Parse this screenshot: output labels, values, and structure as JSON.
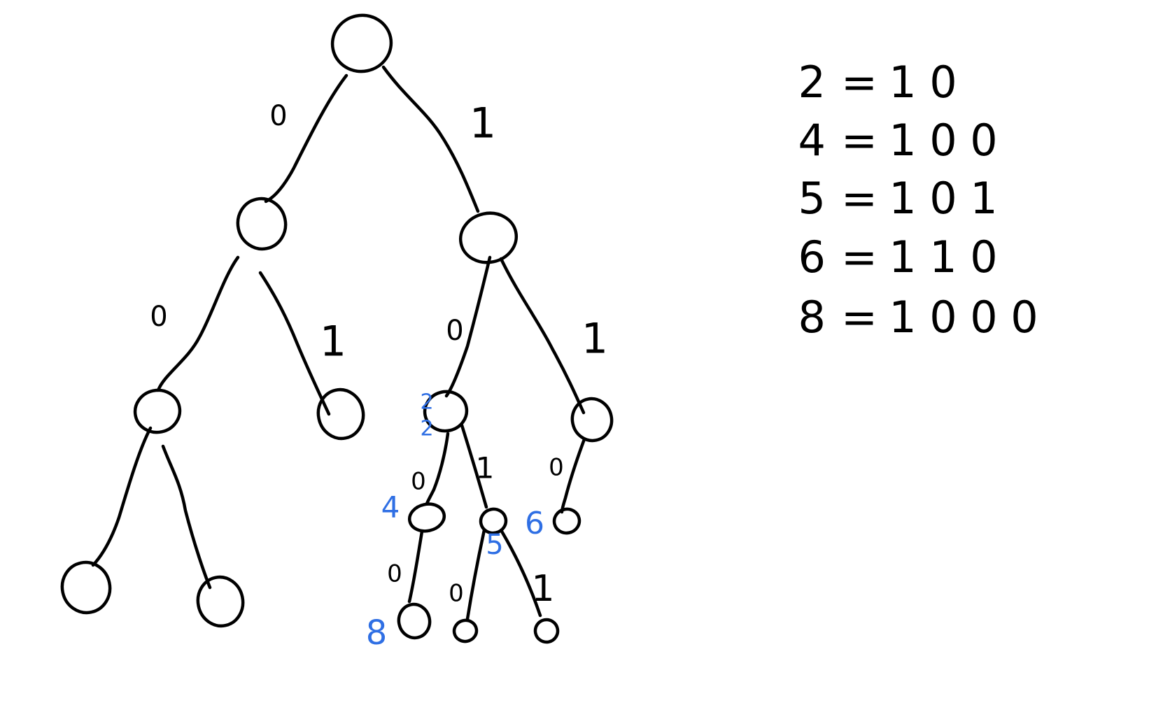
{
  "colors": {
    "ink": "#000000",
    "annotation": "#2f6fe4"
  },
  "tree": {
    "nodes": [
      {
        "id": "root"
      },
      {
        "id": "n0"
      },
      {
        "id": "n1"
      },
      {
        "id": "n00"
      },
      {
        "id": "n01"
      },
      {
        "id": "n10"
      },
      {
        "id": "n11"
      },
      {
        "id": "n000"
      },
      {
        "id": "n001"
      },
      {
        "id": "n100",
        "annotation": "4"
      },
      {
        "id": "n101",
        "annotation": "5"
      },
      {
        "id": "n110",
        "annotation": "6"
      },
      {
        "id": "n1000",
        "annotation": "8"
      },
      {
        "id": "n1010"
      },
      {
        "id": "n1011"
      }
    ],
    "node10_annotations": [
      "2",
      "2"
    ],
    "edges": [
      {
        "from": "root",
        "to": "n0",
        "bit": "0"
      },
      {
        "from": "root",
        "to": "n1",
        "bit": "1"
      },
      {
        "from": "n0",
        "to": "n00",
        "bit": "0"
      },
      {
        "from": "n0",
        "to": "n01",
        "bit": "1"
      },
      {
        "from": "n1",
        "to": "n10",
        "bit": "0"
      },
      {
        "from": "n1",
        "to": "n11",
        "bit": "1"
      },
      {
        "from": "n00",
        "to": "n000",
        "bit": ""
      },
      {
        "from": "n00",
        "to": "n001",
        "bit": ""
      },
      {
        "from": "n10",
        "to": "n100",
        "bit": "0"
      },
      {
        "from": "n10",
        "to": "n101",
        "bit": "1"
      },
      {
        "from": "n11",
        "to": "n110",
        "bit": "0"
      },
      {
        "from": "n100",
        "to": "n1000",
        "bit": "0"
      },
      {
        "from": "n101",
        "to": "n1010",
        "bit": "0"
      },
      {
        "from": "n101",
        "to": "n1011",
        "bit": "1"
      }
    ]
  },
  "binary_table": [
    {
      "decimal": "2",
      "equals": "=",
      "bits": [
        "1",
        "0"
      ]
    },
    {
      "decimal": "4",
      "equals": "=",
      "bits": [
        "1",
        "0",
        "0"
      ]
    },
    {
      "decimal": "5",
      "equals": "=",
      "bits": [
        "1",
        "0",
        "1"
      ]
    },
    {
      "decimal": "6",
      "equals": "=",
      "bits": [
        "1",
        "1",
        "0"
      ]
    },
    {
      "decimal": "8",
      "equals": "=",
      "bits": [
        "1",
        "0",
        "0",
        "0"
      ]
    }
  ]
}
